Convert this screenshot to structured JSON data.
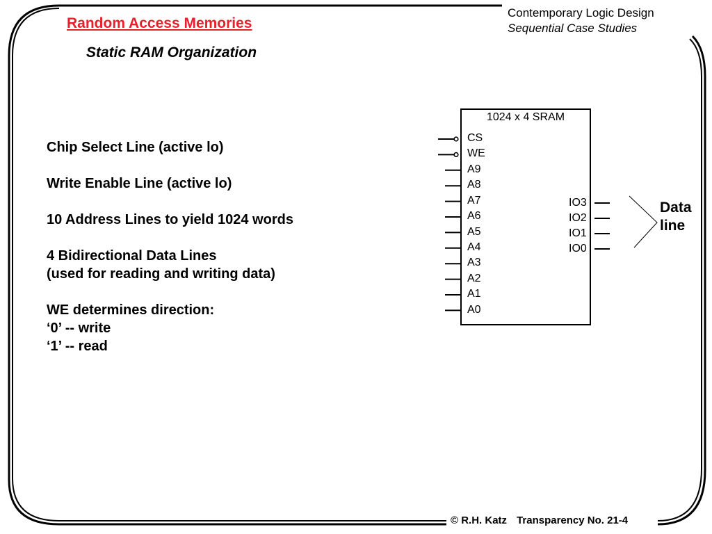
{
  "header": {
    "title": "Random Access Memories",
    "subtitle": "Static RAM Organization",
    "course_title": "Contemporary Logic Design",
    "course_subtitle": "Sequential Case Studies"
  },
  "body": {
    "blocks": [
      [
        "Chip Select Line (active lo)"
      ],
      [
        "Write Enable Line (active lo)"
      ],
      [
        "10 Address Lines to yield 1024 words"
      ],
      [
        "4 Bidirectional Data Lines",
        "(used for reading and writing data)"
      ],
      [
        "WE determines direction:",
        "‘0’ -- write",
        "‘1’ -- read"
      ]
    ]
  },
  "diagram": {
    "chip_label": "1024 x 4 SRAM",
    "control_pins": [
      "CS",
      "WE"
    ],
    "address_pins": [
      "A9",
      "A8",
      "A7",
      "A6",
      "A5",
      "A4",
      "A3",
      "A2",
      "A1",
      "A0"
    ],
    "data_pins": [
      "IO3",
      "IO2",
      "IO1",
      "IO0"
    ],
    "data_label": [
      "Data",
      "line"
    ]
  },
  "footer": {
    "copyright": "© R.H. Katz",
    "transparency": "Transparency No. 21-4"
  }
}
